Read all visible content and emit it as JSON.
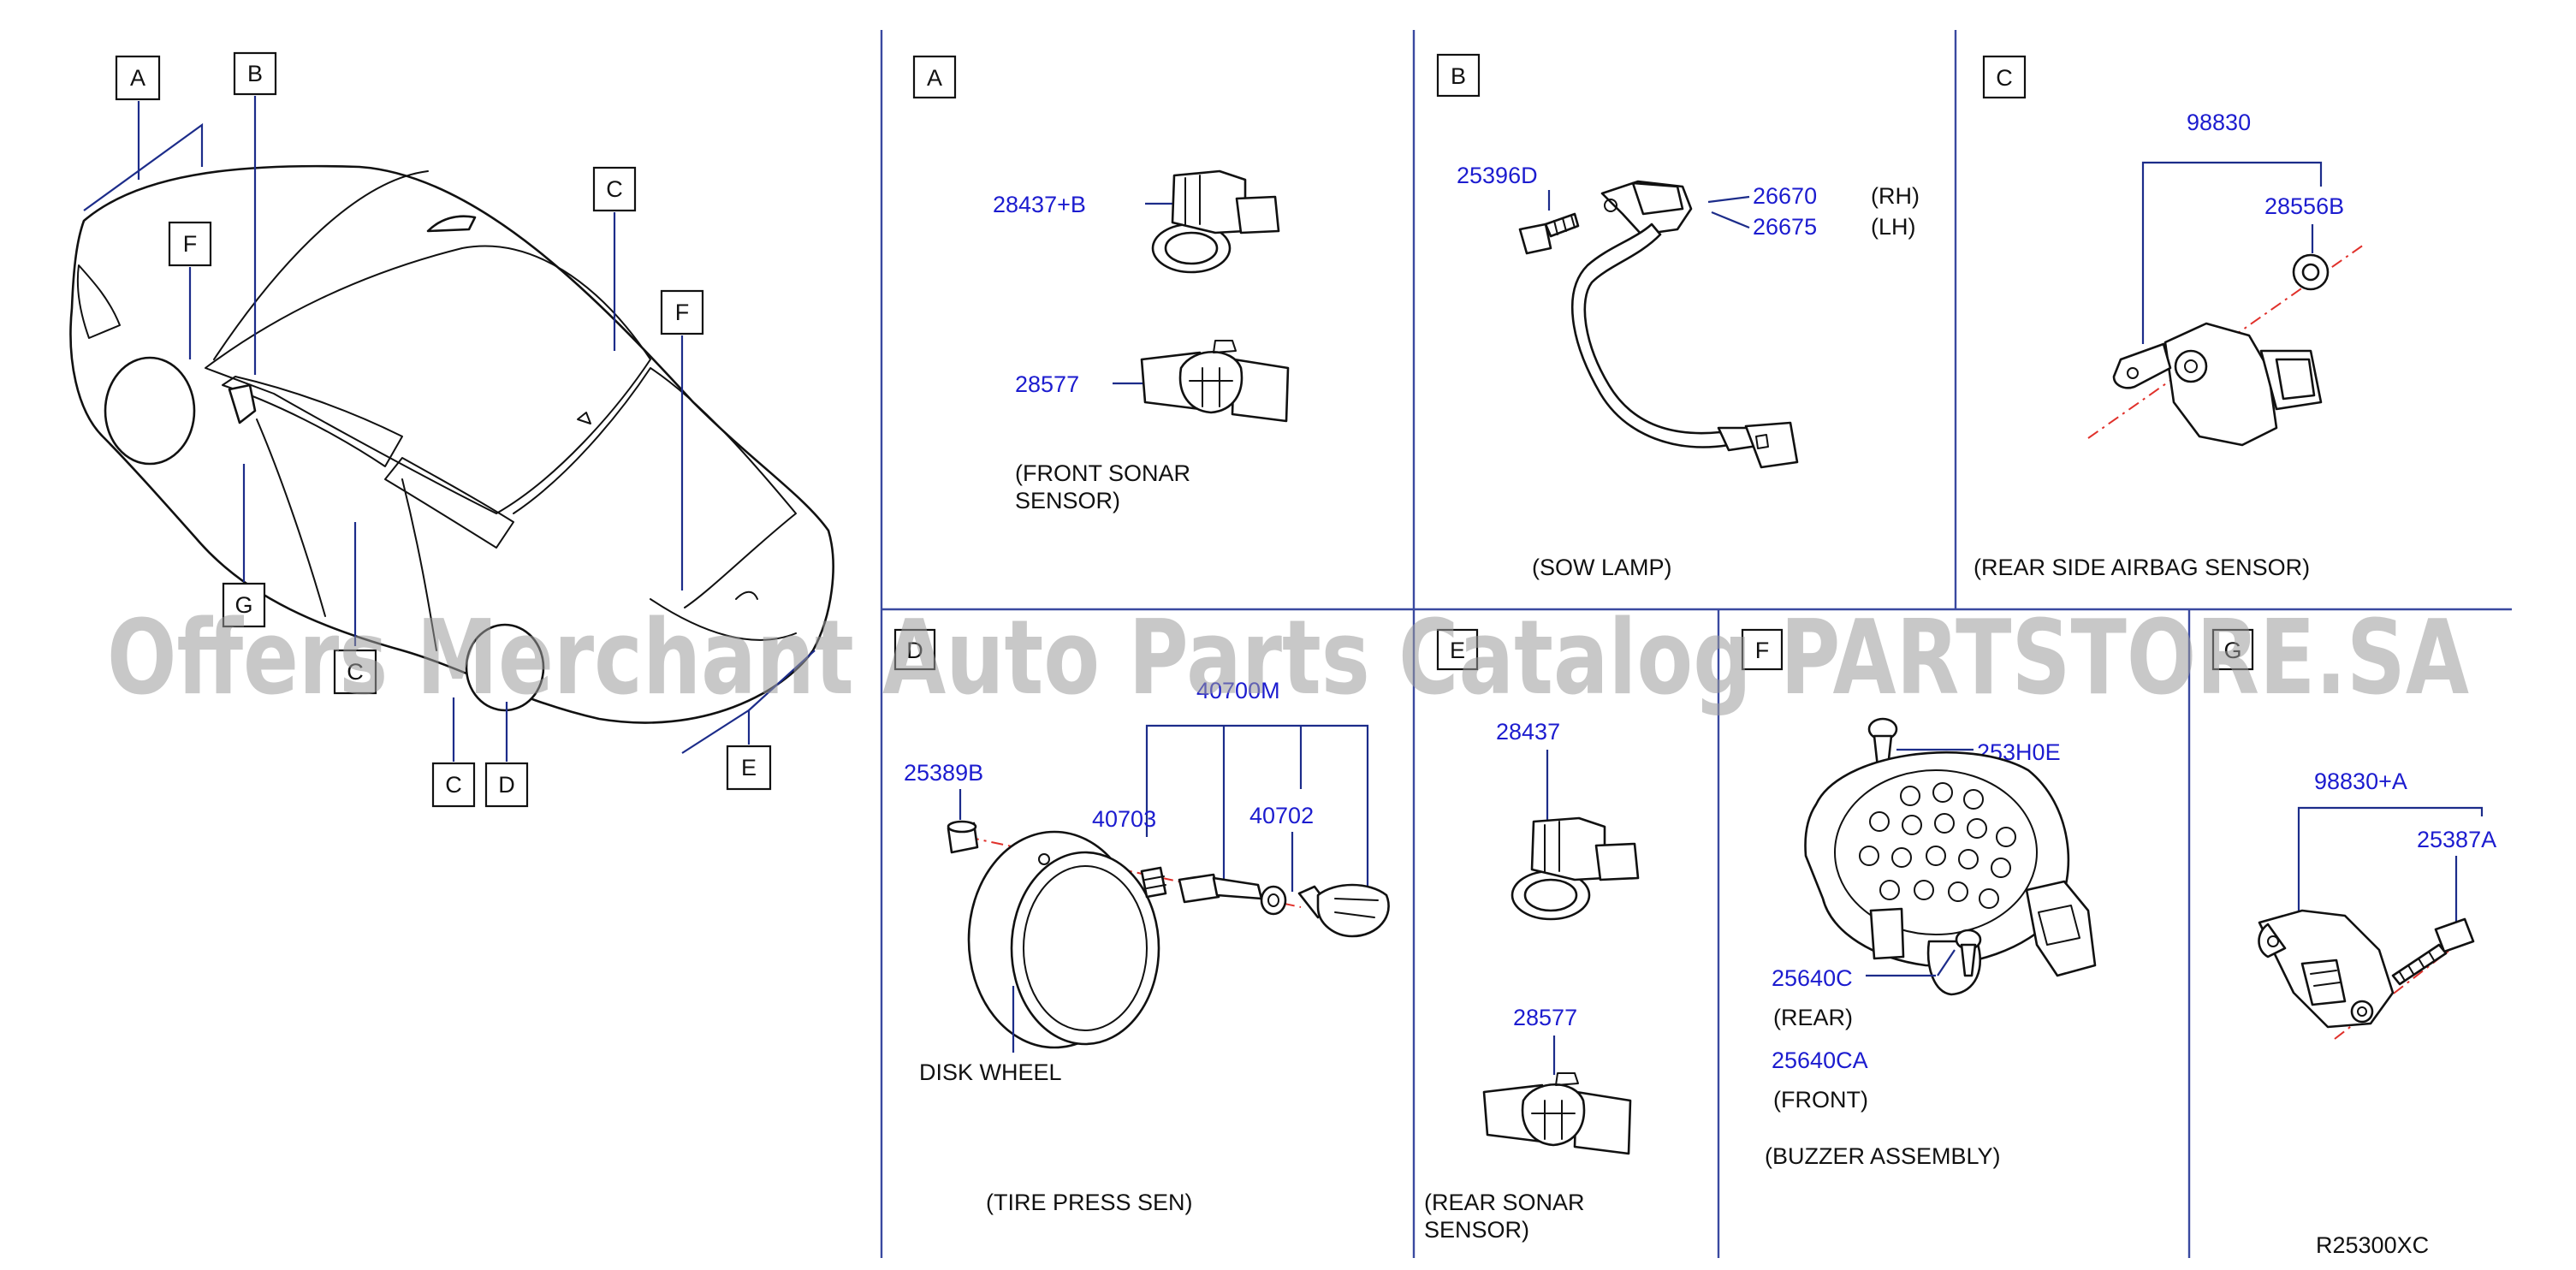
{
  "diagram_code": "R25300XC",
  "watermark": "Offers Merchant Auto Parts Catalog PARTSTORE.SA",
  "overview": {
    "labels": [
      "A",
      "B",
      "C",
      "F",
      "F",
      "G",
      "C",
      "C",
      "D",
      "E"
    ]
  },
  "panels": {
    "A": {
      "letter": "A",
      "parts": [
        "28437+B",
        "28577"
      ],
      "caption_lines": [
        "(FRONT   SONAR",
        "SENSOR)"
      ]
    },
    "B": {
      "letter": "B",
      "parts": [
        "25396D",
        "26670",
        "26675"
      ],
      "side_labels": [
        "(RH)",
        "(LH)"
      ],
      "caption": "(SOW   LAMP)"
    },
    "C": {
      "letter": "C",
      "parts": [
        "98830",
        "28556B"
      ],
      "caption": "(REAR   SIDE   AIRBAG   SENSOR)"
    },
    "D": {
      "letter": "D",
      "parts": [
        "40700M",
        "25389B",
        "40703",
        "40702"
      ],
      "wheel_label": "DISK   WHEEL",
      "caption": "(TIRE   PRESS   SEN)"
    },
    "E": {
      "letter": "E",
      "parts": [
        "28437",
        "28577"
      ],
      "caption_lines": [
        "(REAR   SONAR",
        "SENSOR)"
      ]
    },
    "F": {
      "letter": "F",
      "parts": [
        "253H0E",
        "25640C",
        "25640CA"
      ],
      "notes": [
        "(REAR)",
        "(FRONT)"
      ],
      "caption": "(BUZZER   ASSEMBLY)"
    },
    "G": {
      "letter": "G",
      "parts": [
        "98830+A",
        "25387A"
      ]
    }
  }
}
